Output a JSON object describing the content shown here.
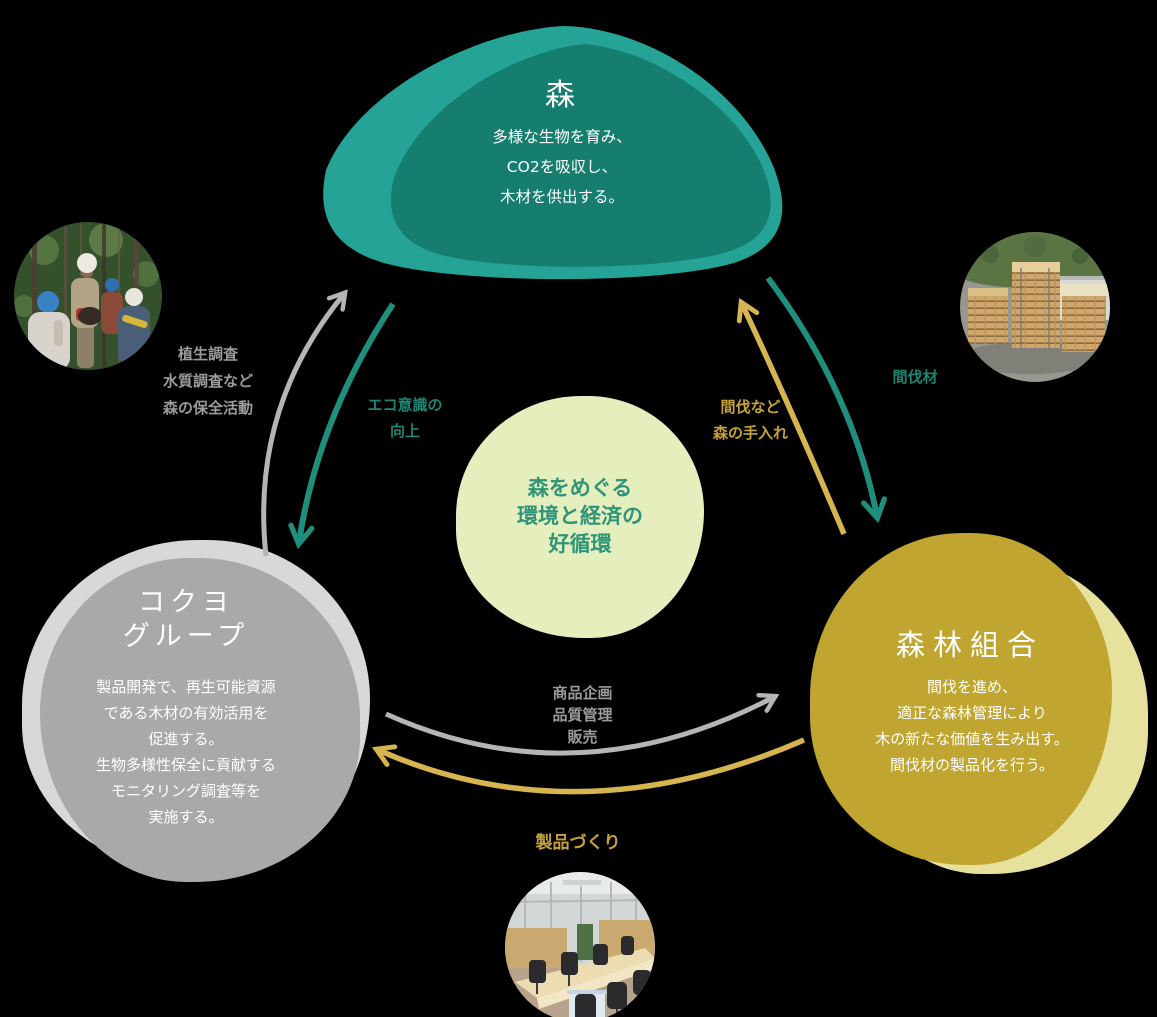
{
  "diagram_title": "森をめぐる環境と経済の好循環",
  "colors": {
    "background": "#000000",
    "forest_light": "#24a396",
    "forest_dark": "#157e6f",
    "center_bg": "#e5eebd",
    "center_text": "#2f9478",
    "kokuyo_gray": "#a9a9a8",
    "kokuyo_gray_light": "#d8d8d7",
    "union_gold": "#c0a531",
    "union_gold_light": "#e7e19e",
    "arrow_gray": "#b5b5b5",
    "arrow_teal": "#1f8e7c",
    "arrow_gold": "#d6b44f"
  },
  "nodes": {
    "forest": {
      "title": "森",
      "body": [
        "多様な生物を育み、",
        "CO2を吸収し、",
        "木材を供出する。"
      ]
    },
    "center": {
      "lines": [
        "森をめぐる",
        "環境と経済の",
        "好循環"
      ]
    },
    "kokuyo": {
      "title": [
        "コクヨ",
        "グループ"
      ],
      "body": [
        "製品開発で、再生可能資源",
        "である木材の有効活用を",
        "促進する。",
        "生物多様性保全に貢献する",
        "モニタリング調査等を",
        "実施する。"
      ]
    },
    "forestry_union": {
      "title": "森林組合",
      "body": [
        "間伐を進め、",
        "適正な森林管理により",
        "木の新たな価値を生み出す。",
        "間伐材の製品化を行う。"
      ]
    }
  },
  "flows": {
    "conservation": {
      "lines": [
        "植生調査",
        "水質調査など",
        "森の保全活動"
      ]
    },
    "eco_awareness": {
      "lines": [
        "エコ意識の",
        "向上"
      ]
    },
    "forest_care": {
      "lines": [
        "間伐など",
        "森の手入れ"
      ]
    },
    "thinned_wood": {
      "label": "間伐材"
    },
    "planning": {
      "lines": [
        "商品企画",
        "品質管理",
        "販売"
      ]
    },
    "product_making": {
      "label": "製品づくり"
    }
  },
  "photos": {
    "survey": "forest-survey-photo",
    "lumber": "lumber-yard-photo",
    "office": "meeting-room-photo"
  }
}
